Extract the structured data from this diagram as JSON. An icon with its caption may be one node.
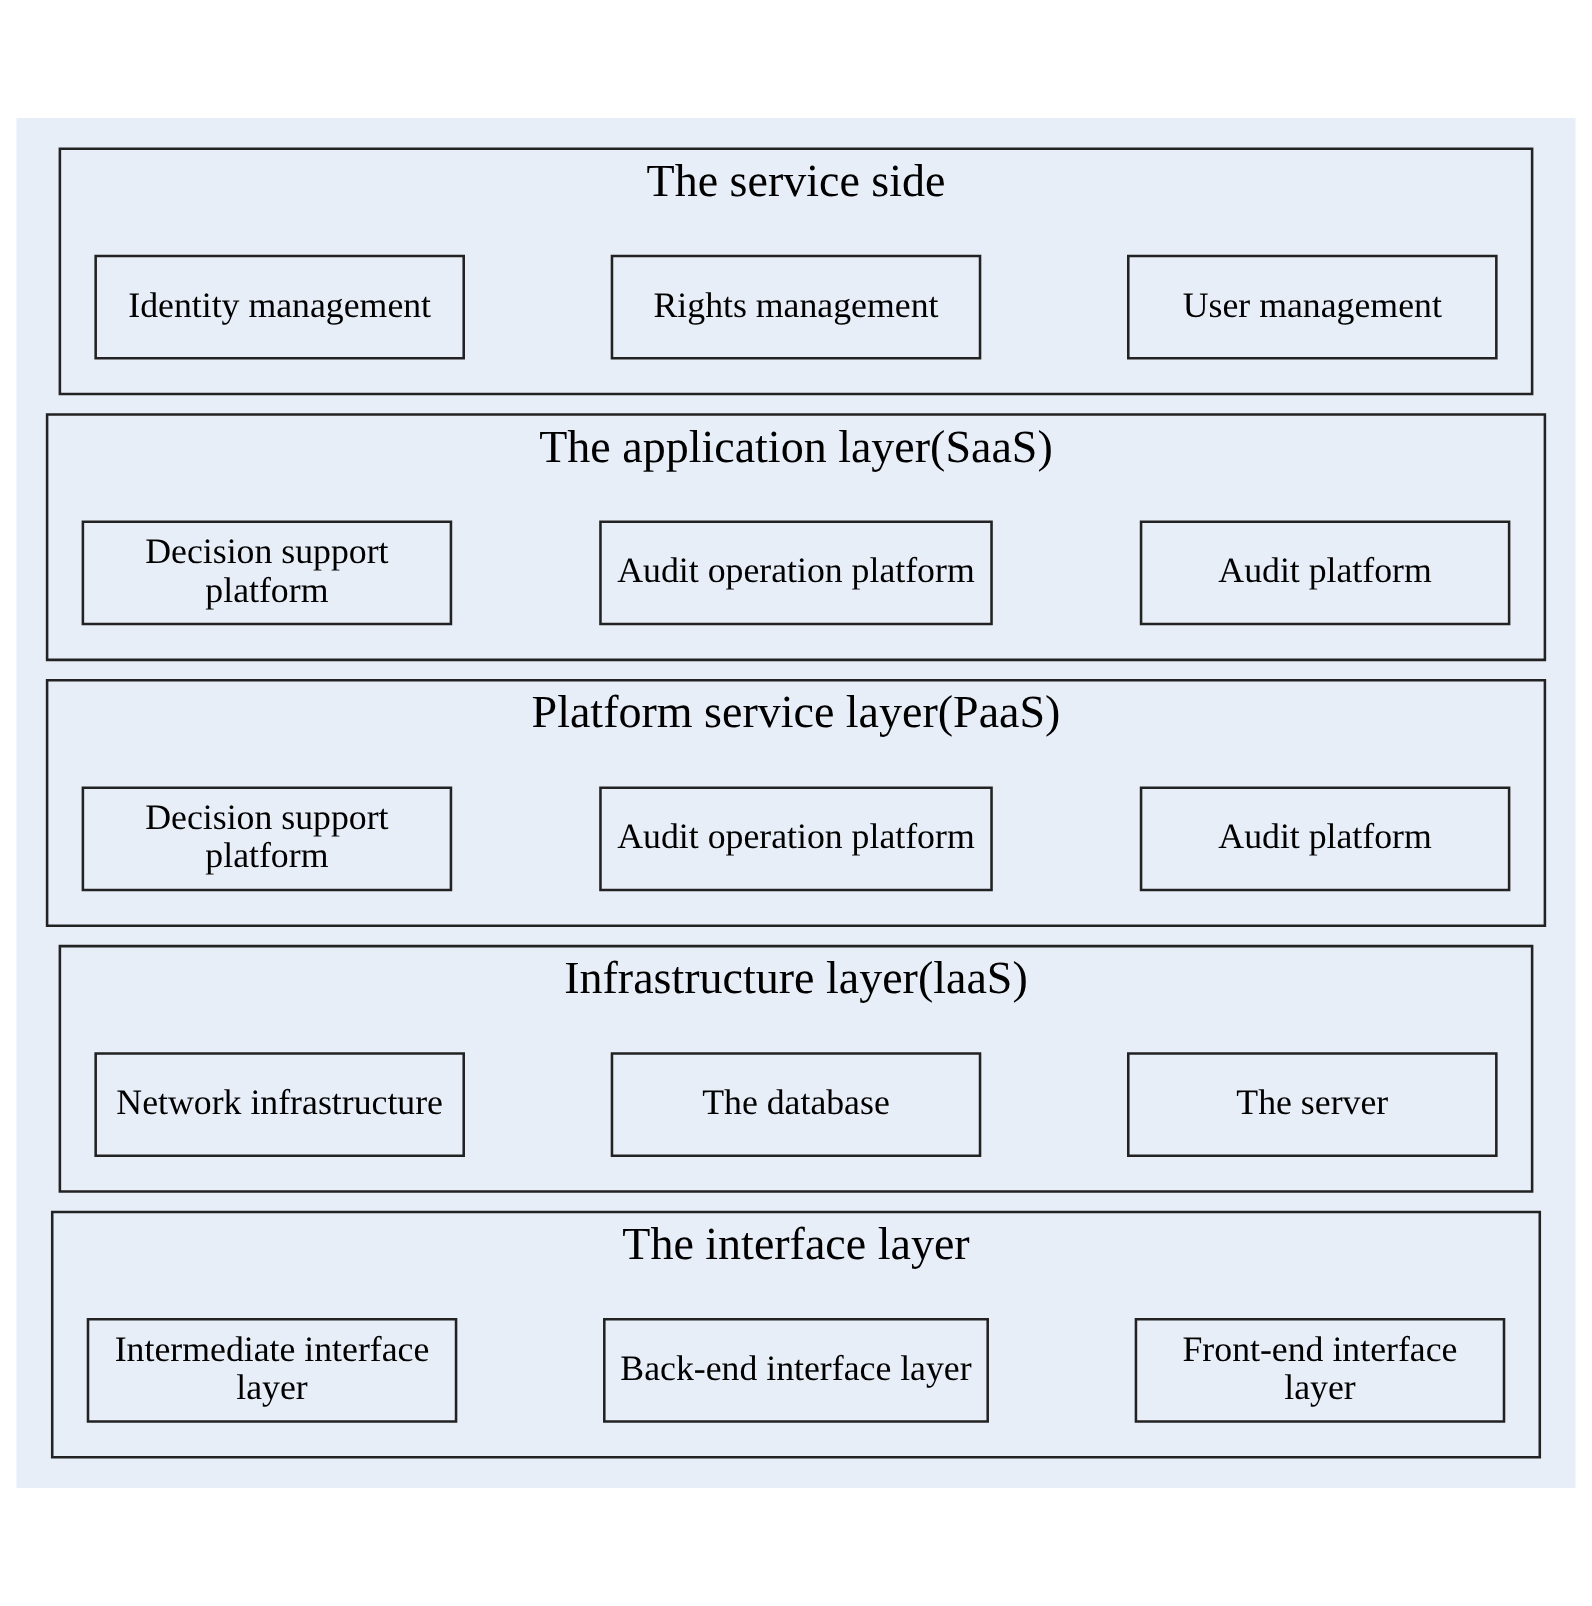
{
  "diagram": {
    "nodes": [
      {
        "text": [
          "The service side"
        ]
      },
      {
        "text": [
          "User management"
        ],
        "in": 0
      },
      {
        "text": [
          "Rights management"
        ],
        "in": 0
      },
      {
        "text": [
          "Identity management"
        ],
        "in": 0
      },
      {
        "text": [
          "The application layer(SaaS)"
        ]
      },
      {
        "text": [
          "Audit platform"
        ],
        "in": 4
      },
      {
        "text": [
          "Audit operation platform"
        ],
        "in": 4
      },
      {
        "text": [
          "Decision support platform"
        ],
        "in": 4
      },
      {
        "text": [
          "Platform service layer(PaaS)"
        ]
      },
      {
        "text": [
          "Audit platform"
        ],
        "in": 8
      },
      {
        "text": [
          "Audit operation platform"
        ],
        "in": 8
      },
      {
        "text": [
          "Decision support platform"
        ],
        "in": 8
      },
      {
        "text": [
          "Infrastructure layer(laaS)"
        ]
      },
      {
        "text": [
          "The server"
        ],
        "in": 12
      },
      {
        "text": [
          "The database"
        ],
        "in": 12
      },
      {
        "text": [
          "Network infrastructure"
        ],
        "in": 12
      },
      {
        "text": [
          "The interface layer"
        ]
      },
      {
        "text": [
          "Front-end interface layer"
        ],
        "in": 16
      },
      {
        "text": [
          "Back-end interface layer"
        ],
        "in": 16
      },
      {
        "text": [
          "Intermediate interface layer"
        ],
        "in": 16
      }
    ],
    "edges": []
  }
}
